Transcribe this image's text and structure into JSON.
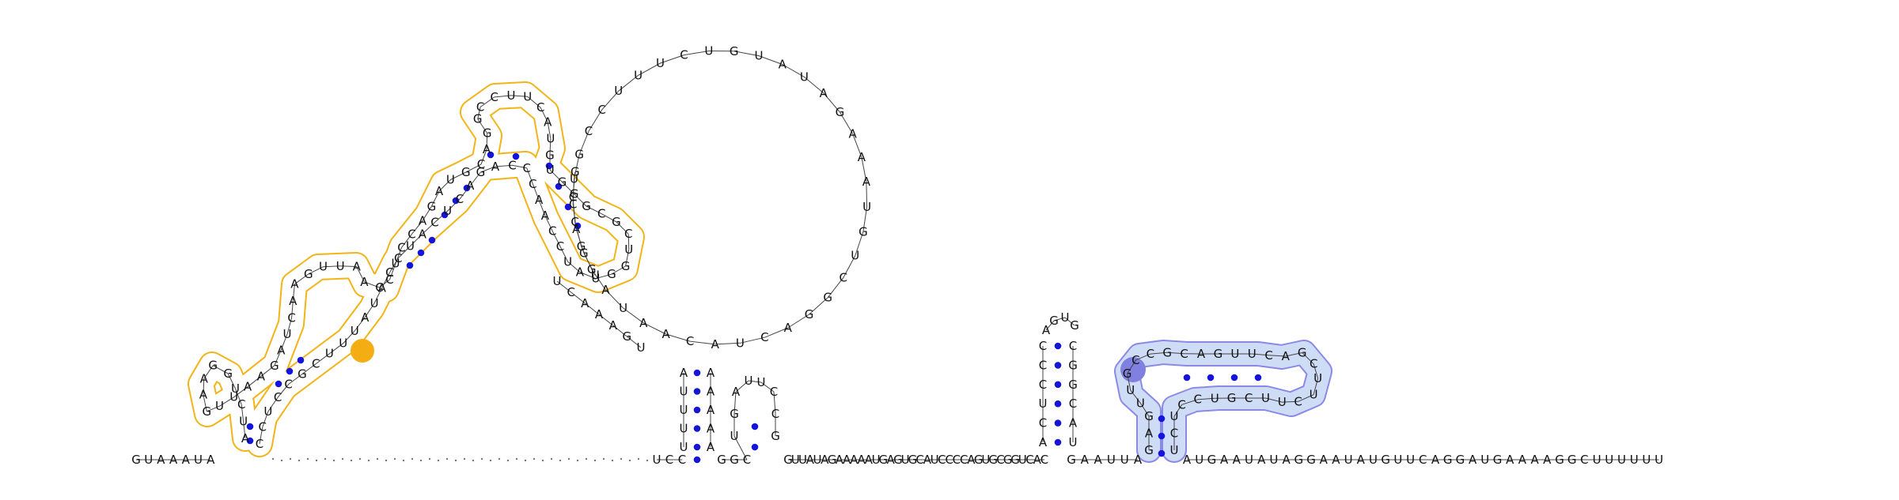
{
  "colors": {
    "background": "#ffffff",
    "pair_dot": "#1515d8",
    "left_domain_outline": "#f2b418",
    "left_domain_fill": "#fde8b4",
    "left_domain_highlight": "#f4ad12",
    "right_domain_outline": "#8a8ae6",
    "right_domain_fill": "#cfdcf6",
    "right_domain_highlight": "#8080e0"
  },
  "sequences": {
    "five_prime": "GUAAAUA",
    "left_domain": "AUCUGGAAGUUAAGAUCAAGUUAACCUCCAGAUGCAGGCCUUCAUGUGGGCGCUGGUAUCCAACCCAGACUCAUCCAUAUUUCGCCUCC",
    "bridge_left": "UCAAAGU",
    "big_loop": "GCCGGAUAACAUCAGGCUGUAAAGAUAUGUCUUUCCGUCAGU",
    "hp1_5p": "UUUUA",
    "linker_a": "UCC",
    "hp2": "GGCUGAUUCCG",
    "linker_b": "GUUAUAGAAAAAUGAGUGCAUCCCCAGUGCGGUCAC",
    "linker_c": "GAAUUA",
    "right_domain": "GAGUUGCCGCAGUUCAGCUUCUUCGUCCUCU",
    "three_prime": "AUGAAUAUAGGAAUAUGUUCAGGAUGAAAAGGCUUUUUU",
    "gap_marker": "·"
  }
}
